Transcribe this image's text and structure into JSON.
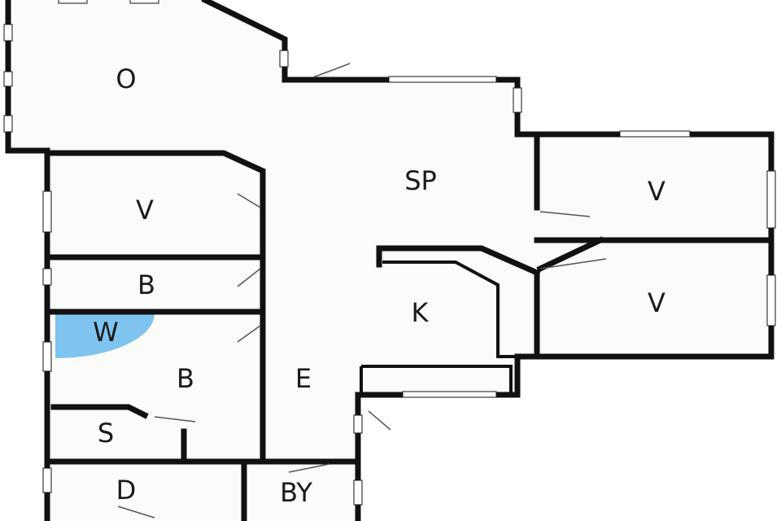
{
  "rooms": {
    "O": "O",
    "SP": "SP",
    "V1": "V",
    "V2": "V",
    "V3": "V",
    "B1": "B",
    "B2": "B",
    "W": "W",
    "K": "K",
    "E": "E",
    "S": "S",
    "D": "D",
    "BY": "BY"
  },
  "colors": {
    "wall": "#111111",
    "floor": "#fbfbf9",
    "shower": "#7ec4ef"
  }
}
